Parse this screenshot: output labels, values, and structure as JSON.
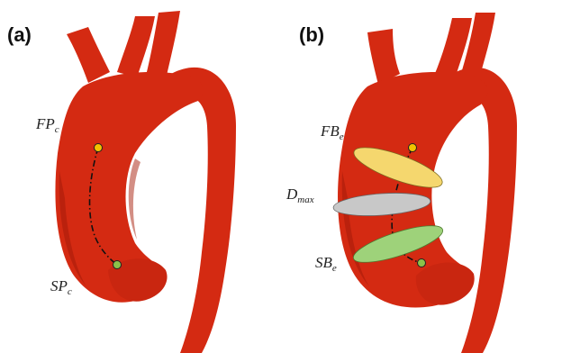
{
  "panels": [
    {
      "label": "(a)",
      "annotations": {
        "first_point": {
          "main": "FP",
          "sub": "c"
        },
        "second_point": {
          "main": "SP",
          "sub": "c"
        }
      }
    },
    {
      "label": "(b)",
      "annotations": {
        "first_boundary": {
          "main": "FB",
          "sub": "e"
        },
        "max_diameter": {
          "main": "D",
          "sub": "max"
        },
        "second_boundary": {
          "main": "SB",
          "sub": "e"
        }
      }
    }
  ],
  "colors": {
    "vessel": "#d42a12",
    "vessel_shade": "#a81d0a",
    "first_point_marker": "#f2c200",
    "second_point_marker": "#8bc34a",
    "first_plane": "#f5d76e",
    "max_plane": "#c8c8c8",
    "second_plane": "#9ed27a",
    "centerline": "#111111"
  }
}
